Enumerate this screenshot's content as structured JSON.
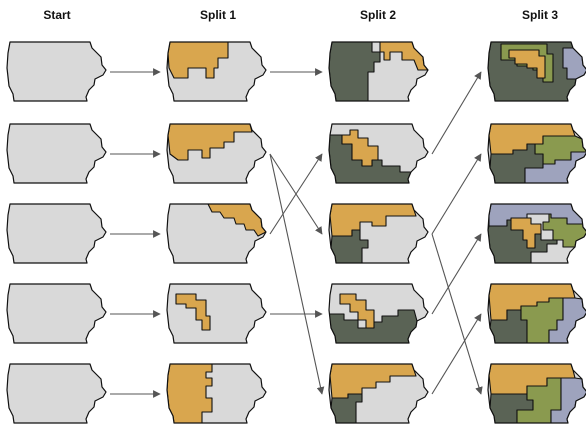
{
  "columns": [
    {
      "id": "start",
      "title": "Start"
    },
    {
      "id": "split1",
      "title": "Split 1"
    },
    {
      "id": "split2",
      "title": "Split 2"
    },
    {
      "id": "split3",
      "title": "Split 3"
    }
  ],
  "colors": {
    "undivided": "#d9d9d9",
    "orange": "#d9a64e",
    "dark_green": "#5a6355",
    "olive": "#8a9a4f",
    "blue_gray": "#9ea3bd",
    "outline": "#111111",
    "arrow": "#555555"
  },
  "maps": {
    "split1": [
      {
        "row": 0,
        "regions": [
          "orange_nw",
          "undivided"
        ]
      },
      {
        "row": 1,
        "regions": [
          "orange_n",
          "undivided"
        ]
      },
      {
        "row": 2,
        "regions": [
          "orange_ne",
          "undivided"
        ]
      },
      {
        "row": 3,
        "regions": [
          "orange_center",
          "undivided"
        ]
      },
      {
        "row": 4,
        "regions": [
          "orange_west",
          "undivided"
        ]
      }
    ],
    "split2": [
      {
        "row": 0,
        "regions": [
          "dark_green_west",
          "orange_ne",
          "undivided"
        ]
      },
      {
        "row": 1,
        "regions": [
          "dark_green_sw",
          "orange_center",
          "undivided"
        ]
      },
      {
        "row": 2,
        "regions": [
          "orange_n",
          "dark_green_sw",
          "undivided"
        ]
      },
      {
        "row": 3,
        "regions": [
          "dark_green_s",
          "orange_center",
          "undivided"
        ]
      },
      {
        "row": 4,
        "regions": [
          "orange_n",
          "dark_green_sw",
          "undivided"
        ]
      }
    ],
    "split3": [
      {
        "row": 0,
        "regions": [
          "dark_green",
          "orange",
          "olive",
          "blue_gray"
        ]
      },
      {
        "row": 1,
        "regions": [
          "orange",
          "dark_green",
          "olive",
          "blue_gray"
        ]
      },
      {
        "row": 2,
        "regions": [
          "blue_gray",
          "dark_green",
          "orange",
          "olive"
        ]
      },
      {
        "row": 3,
        "regions": [
          "orange",
          "dark_green",
          "olive",
          "blue_gray"
        ]
      },
      {
        "row": 4,
        "regions": [
          "orange",
          "dark_green",
          "olive",
          "blue_gray"
        ]
      }
    ]
  },
  "edges": [
    {
      "from": "start-0",
      "to": "split1-0"
    },
    {
      "from": "start-1",
      "to": "split1-1"
    },
    {
      "from": "start-2",
      "to": "split1-2"
    },
    {
      "from": "start-3",
      "to": "split1-3"
    },
    {
      "from": "start-4",
      "to": "split1-4"
    },
    {
      "from": "split1-0",
      "to": "split2-0"
    },
    {
      "from": "split1-1",
      "to": "split2-2"
    },
    {
      "from": "split1-1",
      "to": "split2-4"
    },
    {
      "from": "split1-2",
      "to": "split2-1"
    },
    {
      "from": "split1-3",
      "to": "split2-3"
    },
    {
      "from": "split2-1",
      "to": "split3-0"
    },
    {
      "from": "split2-2",
      "to": "split3-1"
    },
    {
      "from": "split2-2",
      "to": "split3-4"
    },
    {
      "from": "split2-3",
      "to": "split3-2"
    },
    {
      "from": "split2-4",
      "to": "split3-3"
    }
  ]
}
